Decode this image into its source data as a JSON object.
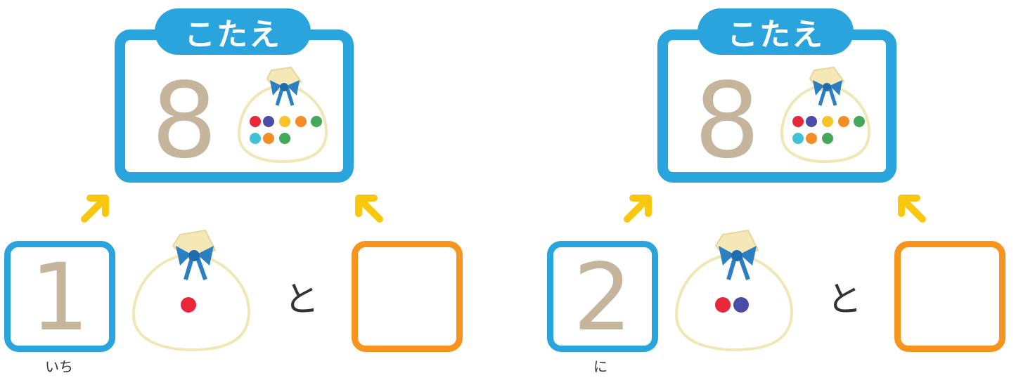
{
  "panels": [
    {
      "answer_label": "こたえ",
      "answer_number": "8",
      "known_number": "1",
      "known_reading": "いち",
      "connector": "と",
      "answer_beads": 8,
      "known_beads": 1
    },
    {
      "answer_label": "こたえ",
      "answer_number": "8",
      "known_number": "2",
      "known_reading": "に",
      "connector": "と",
      "answer_beads": 8,
      "known_beads": 2
    }
  ],
  "colors": {
    "blue": "#2aa4dd",
    "orange": "#f7941d",
    "arrow": "#f9c80e",
    "number": "#c5b59c",
    "bag_outline": "#f1e7b6",
    "bead_colors": [
      "#e8283a",
      "#4b4ba8",
      "#f7c22a",
      "#f48d25",
      "#43a85a",
      "#3fc2d6"
    ]
  }
}
